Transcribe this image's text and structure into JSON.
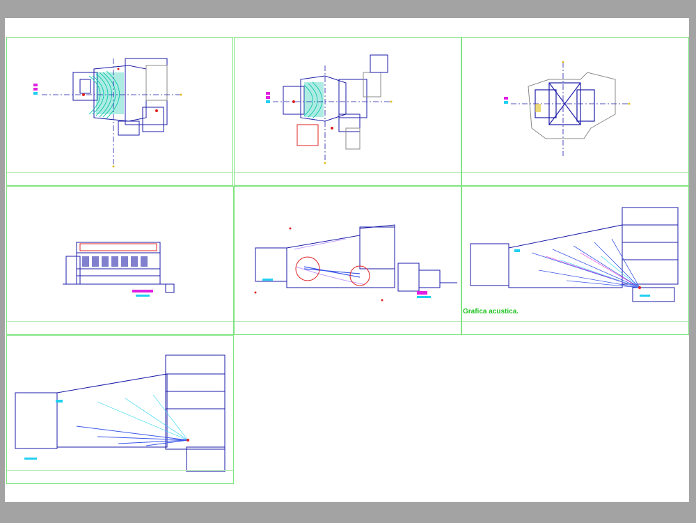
{
  "drawing": {
    "sheet_title": "",
    "viewports": [
      {
        "id": "vp-plan-1",
        "kind": "floor-plan"
      },
      {
        "id": "vp-plan-2",
        "kind": "floor-plan"
      },
      {
        "id": "vp-plan-3",
        "kind": "roof-plan"
      },
      {
        "id": "vp-elevation",
        "kind": "elevation"
      },
      {
        "id": "vp-section-1",
        "kind": "section"
      },
      {
        "id": "vp-section-acoustic",
        "kind": "section"
      },
      {
        "id": "vp-section-2",
        "kind": "section"
      }
    ],
    "caption_acoustics": "Grafica acustica.",
    "colors": {
      "background": "#a3a3a3",
      "sheet": "#ffffff",
      "viewport_frame": "#7fe57f",
      "lines_primary": "#1a1aa8",
      "lines_secondary": "#c0a0ff",
      "seating": "#18c8b0",
      "annotation_red": "#e02020",
      "annotation_magenta": "#e020e0",
      "annotation_cyan": "#20d0f0",
      "acoustic_rays": "#3a56e8"
    }
  }
}
